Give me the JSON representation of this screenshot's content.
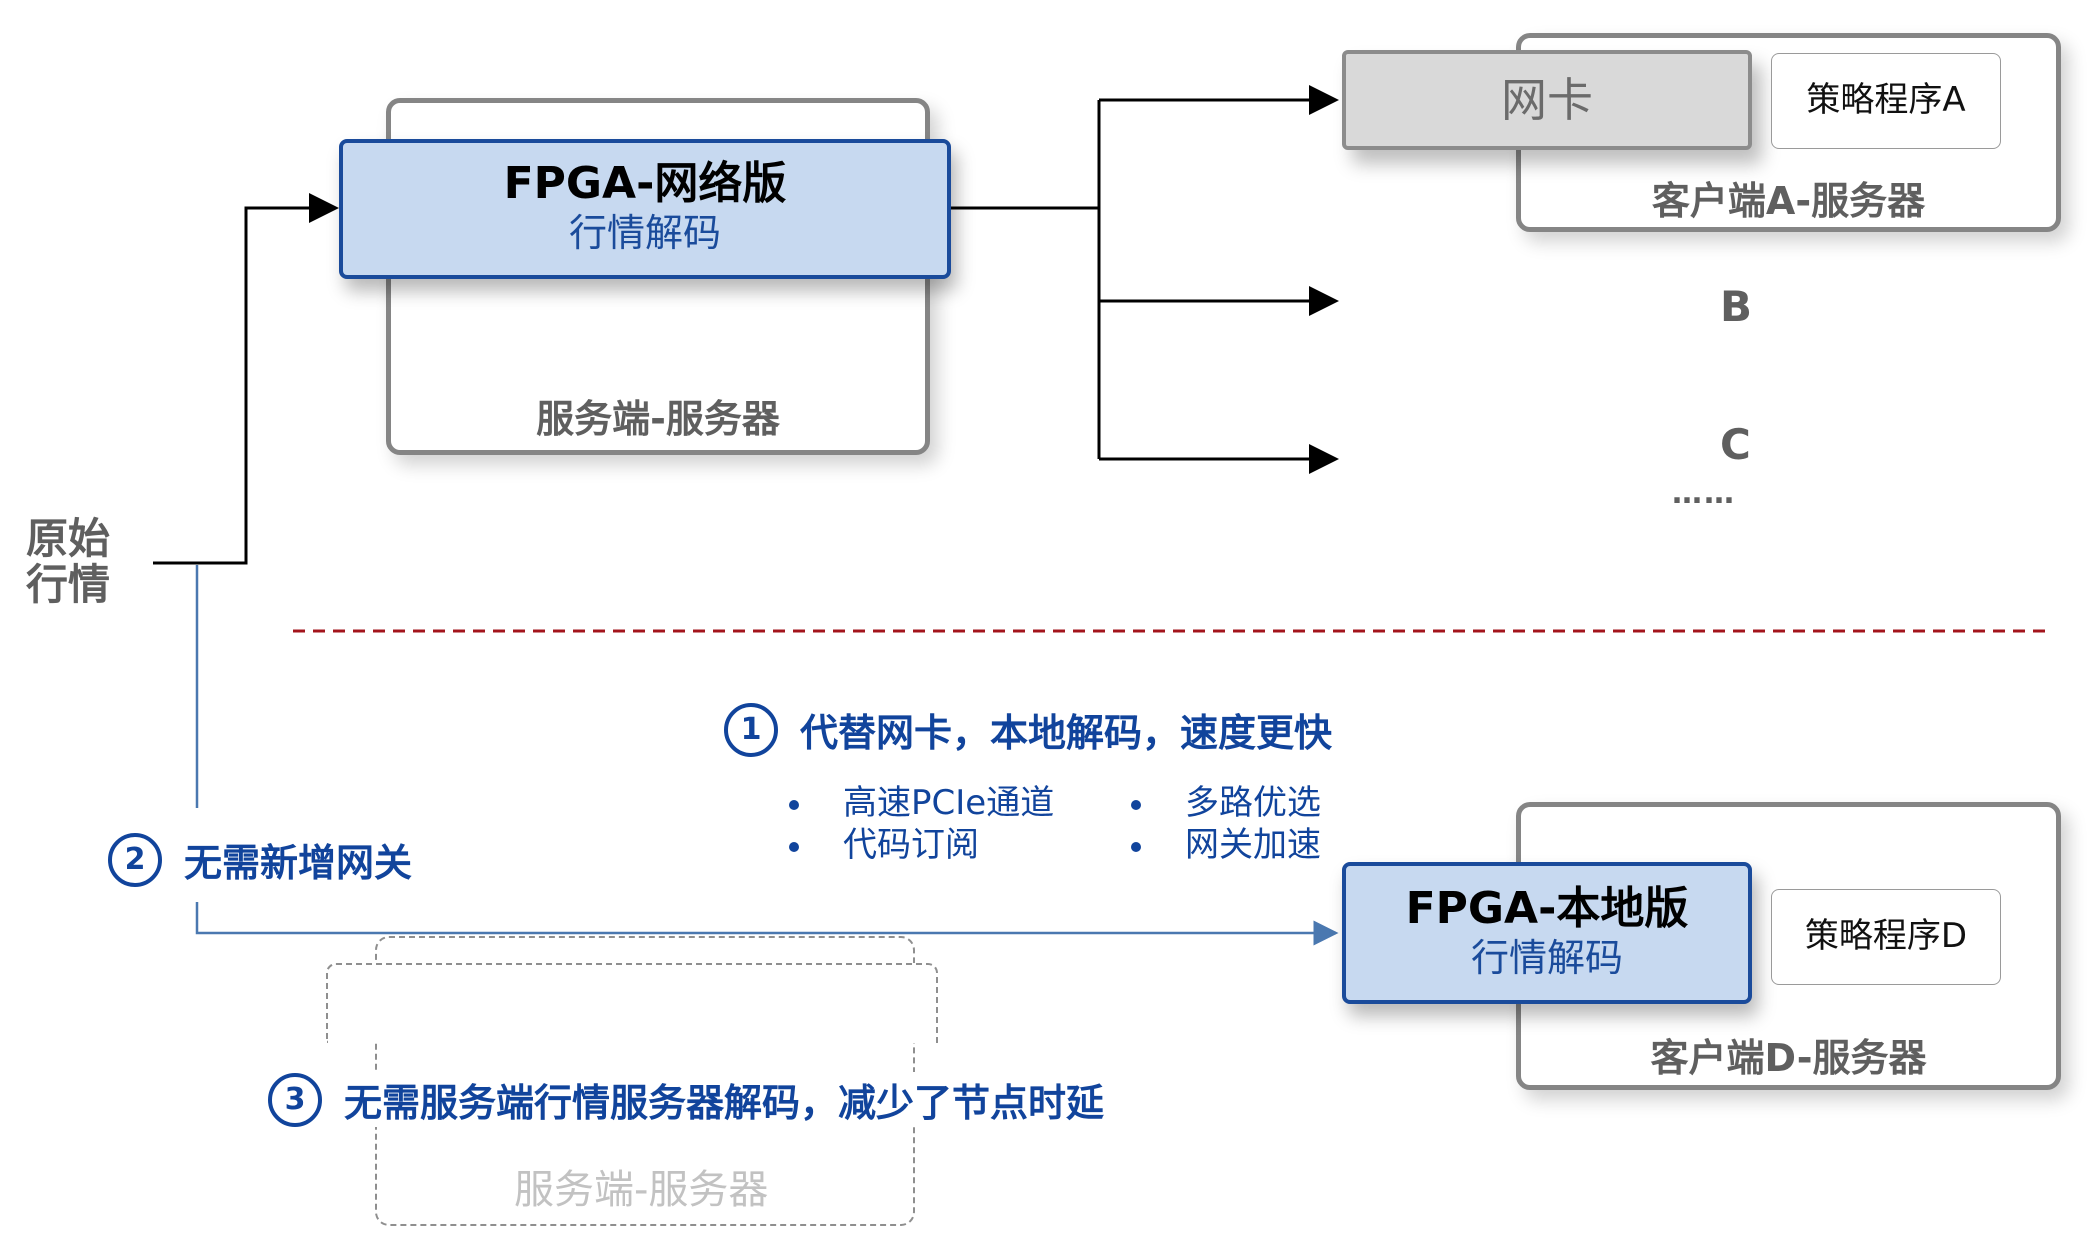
{
  "source": {
    "label_line1": "原始",
    "label_line2": "行情"
  },
  "network_path": {
    "fpga_box": {
      "title": "FPGA-网络版",
      "subtitle": "行情解码"
    },
    "server_box": {
      "label": "服务端-服务器"
    }
  },
  "clients": {
    "client_a": {
      "nic_label": "网卡",
      "strategy_label": "策略程序A",
      "server_label": "客户端A-服务器"
    },
    "client_b_label": "B",
    "client_c_label": "C",
    "ellipsis": "……"
  },
  "local_path": {
    "fpga_box": {
      "title": "FPGA-本地版",
      "subtitle": "行情解码"
    },
    "client_d": {
      "strategy_label": "策略程序D",
      "server_label": "客户端D-服务器"
    },
    "ghost_server_label": "服务端-服务器"
  },
  "callouts": [
    {
      "number": "1",
      "text": "代替网卡，本地解码，速度更快",
      "bullets_left": [
        "高速PCIe通道",
        "代码订阅"
      ],
      "bullets_right": [
        "多路优选",
        "网关加速"
      ]
    },
    {
      "number": "2",
      "text": "无需新增网关"
    },
    {
      "number": "3",
      "text": "无需服务端行情服务器解码，减少了节点时延"
    }
  ],
  "colors": {
    "accent_blue": "#11449c",
    "fpga_fill": "#c7d9f0",
    "fpga_border": "#1a4b9b",
    "local_line": "#4a78b0",
    "divider_red": "#a3141c",
    "server_border": "#858585",
    "nic_fill": "#d9d9d9"
  }
}
